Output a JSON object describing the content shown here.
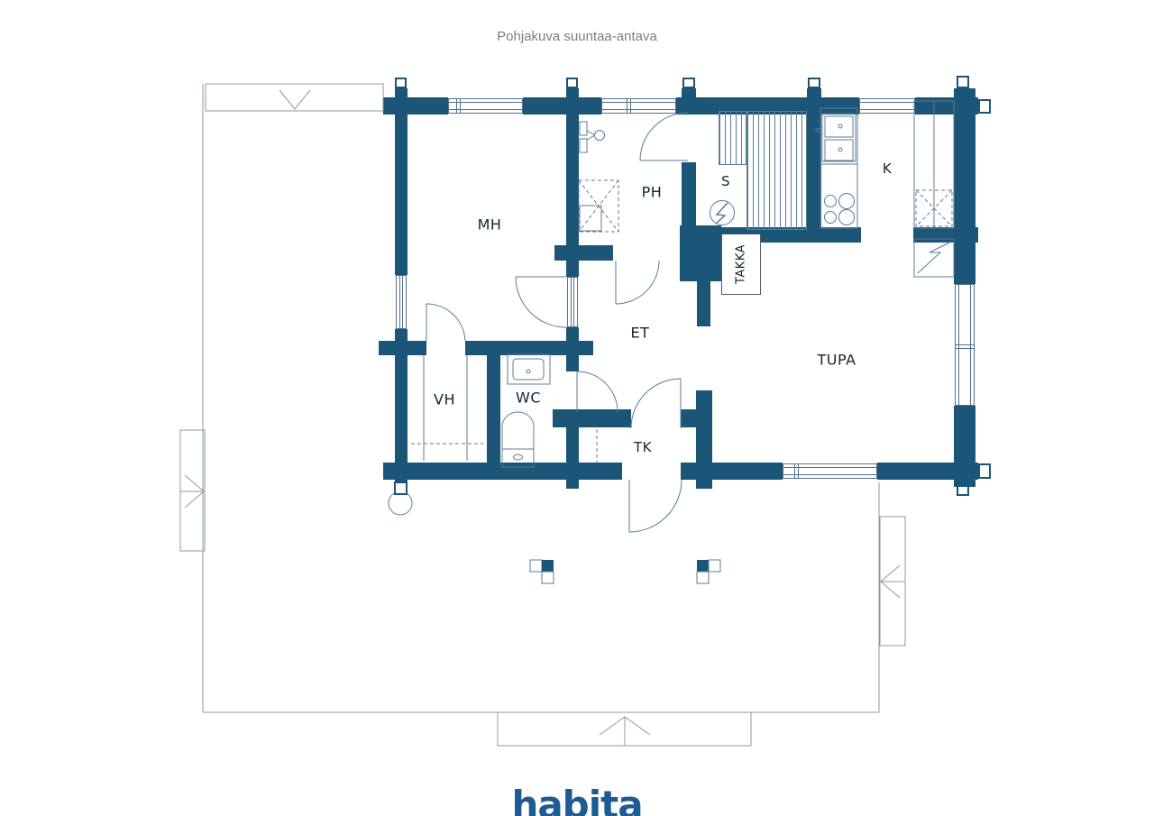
{
  "title": "Pohjakuva suuntaa-antava",
  "brand_logo": "habita",
  "rooms": {
    "mh": "MH",
    "ph": "PH",
    "s": "S",
    "k": "K",
    "et": "ET",
    "tupa": "TUPA",
    "vh": "VH",
    "wc": "WC",
    "tk": "TK"
  },
  "fireplace_label": "TAKKA",
  "colors": {
    "wall": "#1b5578",
    "thin_line": "#8c98a2",
    "fixture_line": "#5b7c95",
    "window_line": "#53718a",
    "label_text": "#14242e",
    "title_text": "#7e7e7e",
    "logo": "#1e5b92"
  },
  "icons": {
    "sauna_stove": "lightning-bolt-circle",
    "step_arrow_top": "chevron-down",
    "step_arrow_bottom": "chevron-up",
    "step_arrow_left": "chevron-right",
    "step_arrow_right": "chevron-left"
  }
}
